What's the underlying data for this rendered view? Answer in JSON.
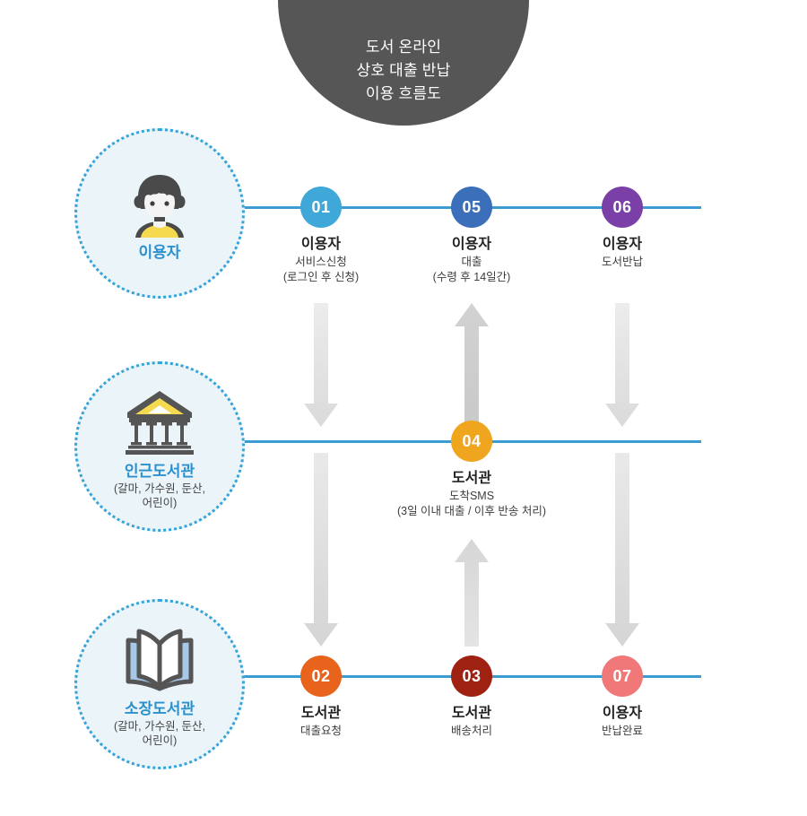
{
  "title": {
    "line1": "도서 온라인",
    "line2": "상호 대출 반납",
    "line3": "이용 흐름도"
  },
  "lanes": [
    {
      "id": "user",
      "icon": "person-icon",
      "title": "이용자",
      "sub": ""
    },
    {
      "id": "nearby-library",
      "icon": "library-building-icon",
      "title": "인근도서관",
      "sub": "(갈마, 가수원, 둔산,\n어린이)",
      "sub_line1": "(갈마, 가수원, 둔산,",
      "sub_line2": "어린이)"
    },
    {
      "id": "holding-library",
      "icon": "open-book-icon",
      "title": "소장도서관",
      "sub_line1": "(갈마, 가수원, 둔산,",
      "sub_line2": "어린이)"
    }
  ],
  "steps": [
    {
      "number": "01",
      "title": "이용자",
      "desc": "서비스신청",
      "note": "(로그인 후 신청)",
      "color": "#3fa8d8",
      "lane": "user",
      "column": 1
    },
    {
      "number": "05",
      "title": "이용자",
      "desc": "대출",
      "note": "(수령 후 14일간)",
      "color": "#3b6fba",
      "lane": "user",
      "column": 2
    },
    {
      "number": "06",
      "title": "이용자",
      "desc": "도서반납",
      "note": "",
      "color": "#7b3fa8",
      "lane": "user",
      "column": 3
    },
    {
      "number": "04",
      "title": "도서관",
      "desc": "도착SMS",
      "note": "(3일 이내 대출 / 이후 반송 처리)",
      "color": "#f0a51e",
      "lane": "nearby-library",
      "column": 2
    },
    {
      "number": "02",
      "title": "도서관",
      "desc": "대출요청",
      "note": "",
      "color": "#e8631c",
      "lane": "holding-library",
      "column": 1
    },
    {
      "number": "03",
      "title": "도서관",
      "desc": "배송처리",
      "note": "",
      "color": "#9e2111",
      "lane": "holding-library",
      "column": 2
    },
    {
      "number": "07",
      "title": "이용자",
      "desc": "반납완료",
      "note": "",
      "color": "#f07878",
      "lane": "holding-library",
      "column": 3
    }
  ],
  "arrows": [
    {
      "id": "arrow-col1-upper",
      "direction": "down",
      "column": 1,
      "section": "upper"
    },
    {
      "id": "arrow-col2-upper",
      "direction": "up",
      "column": 2,
      "section": "upper"
    },
    {
      "id": "arrow-col3-upper",
      "direction": "down",
      "column": 3,
      "section": "upper"
    },
    {
      "id": "arrow-col1-lower",
      "direction": "down",
      "column": 1,
      "section": "lower"
    },
    {
      "id": "arrow-col2-lower",
      "direction": "up",
      "column": 2,
      "section": "lower"
    },
    {
      "id": "arrow-col3-lower",
      "direction": "down",
      "column": 3,
      "section": "lower"
    }
  ],
  "colors": {
    "lane_fill": "#eaf4f9",
    "lane_border": "#35a3d8",
    "lane_label": "#2b90cc",
    "rail": "#3c9bd0",
    "title_bg": "#565656",
    "arrow": "#d6d6d6",
    "background": "#ffffff"
  }
}
